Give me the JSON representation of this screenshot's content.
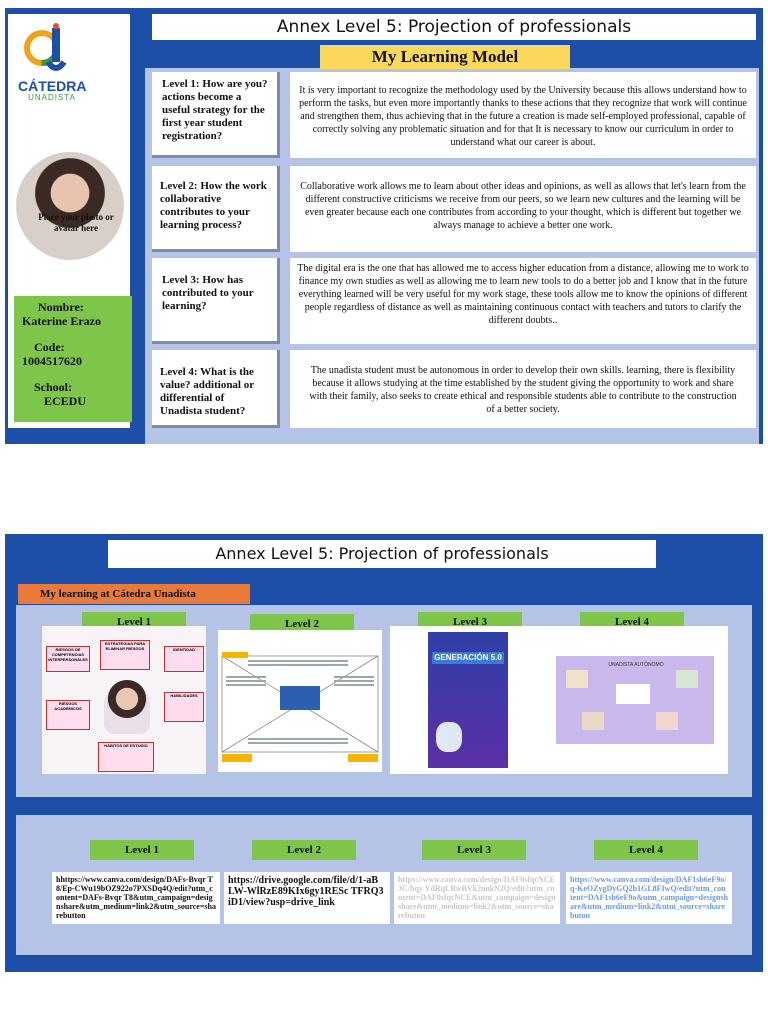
{
  "slide1": {
    "title": "Annex Level 5: Projection of professionals",
    "model_title": "My Learning Model",
    "logo": {
      "name": "CÁTEDRA",
      "sub": "UNADISTA"
    },
    "avatar_label": "Place your photo or avatar here",
    "profile": {
      "name_label": "Nombre:",
      "name": "Katerine Erazo",
      "code_label": "Code:",
      "code": "1004517620",
      "school_label": "School:",
      "school": "ECEDU"
    },
    "rows": [
      {
        "question": "Level 1: How are you? actions become a useful strategy for the first year student registration?",
        "answer": "It is very important to recognize the methodology used by the University because this allows understand how to perform the tasks, but even more importantly thanks to these actions that they recognize that work will continue and strengthen them, thus achieving that in the future a creation is made self-employed professional, capable of correctly solving any problematic situation and for that It is necessary to know our curriculum in order to understand what our career is about."
      },
      {
        "question": "Level 2: How the work collaborative contributes to your learning process?",
        "answer": "Collaborative work allows me to learn about other ideas and opinions, as well as allows that let's learn from the different constructive criticisms we receive from our peers, so we learn new cultures and the learning will be even greater because each one contributes from according to your thought, which is different but together we always manage to achieve a better one work."
      },
      {
        "question": "Level 3: How has contributed to your learning?",
        "answer": "The digital era is the one that has allowed me to access higher education from a distance, allowing me to work to finance my own studies as well as allowing me to learn new tools to do a better job and I know that in the future everything learned will be very useful for my work stage, these tools allow me to know the opinions of different people regardless of distance as well as maintaining continuous contact with teachers and tutors to clarify the different doubts.."
      },
      {
        "question": "Level 4: What is the value? additional or differential of Unadista student?",
        "answer": "The unadista student must be autonomous in order to develop their own skills. learning, there is flexibility because it allows studying at the time established by the student giving the opportunity to work and share with their family, also seeks to create ethical and responsible students able to contribute to the construction of a better society."
      }
    ]
  },
  "slide2": {
    "title": "Annex Level 5: Projection of professionals",
    "tab": "My learning at Cátedra Unadista",
    "levels": [
      "Level 1",
      "Level 2",
      "Level 3",
      "Level 4"
    ],
    "thumbs": {
      "t3_title": "GENERACIÓN 5.0",
      "t4_title": "UNADISTA AUTÓNOMO",
      "t1_tags": [
        "RIESGOS DE COMPETENCIAS INTERPERSONALES",
        "ESTRATEGIAS PARA ELIMINAR RIESGOS",
        "IDENTIDAD",
        "RIESGOS ACADÉMICOS",
        "HABILIDADES",
        "HABITOS DE ESTUDIO"
      ]
    },
    "links": [
      "hhttps://www.canva.com/design/DAFs-Bvqr T8/Ep-CWu19bOZ922o7PXSDq4Q/edit?utm_content=DAFs-Bvqr T8&utm_campaign=designshare&utm_medium=link2&utm_source=sharebutton",
      "https://drive.google.com/file/d/1-aB LW-WlRzE89KIx6gy1RESc TFRQ3iD1/view?usp=drive_link",
      "https://www.canva.com/design/DAF0sfqcNCE3C/hqy YdRqLBwBVk2uokN2Q/edit?utm_content=DAF0sfqcNCE&utm_campaign=designshare&utm_medium=link2&utm_source=sharebuton",
      "https://www.canva.com/design/DAF1sb6eF9o/q-KeOZygDyGQ2b1GL8FIwQ/edit?utm_content=DAF1sb6eF9o&utm_campaign=designshare&utm_medium=link2&utm_source=sharebuton"
    ]
  },
  "colors": {
    "frame": "#1d4ea8",
    "panel": "#b5c3e6",
    "green": "#7ec64a",
    "yellow": "#f9d85a",
    "orange": "#ea7a3a"
  }
}
